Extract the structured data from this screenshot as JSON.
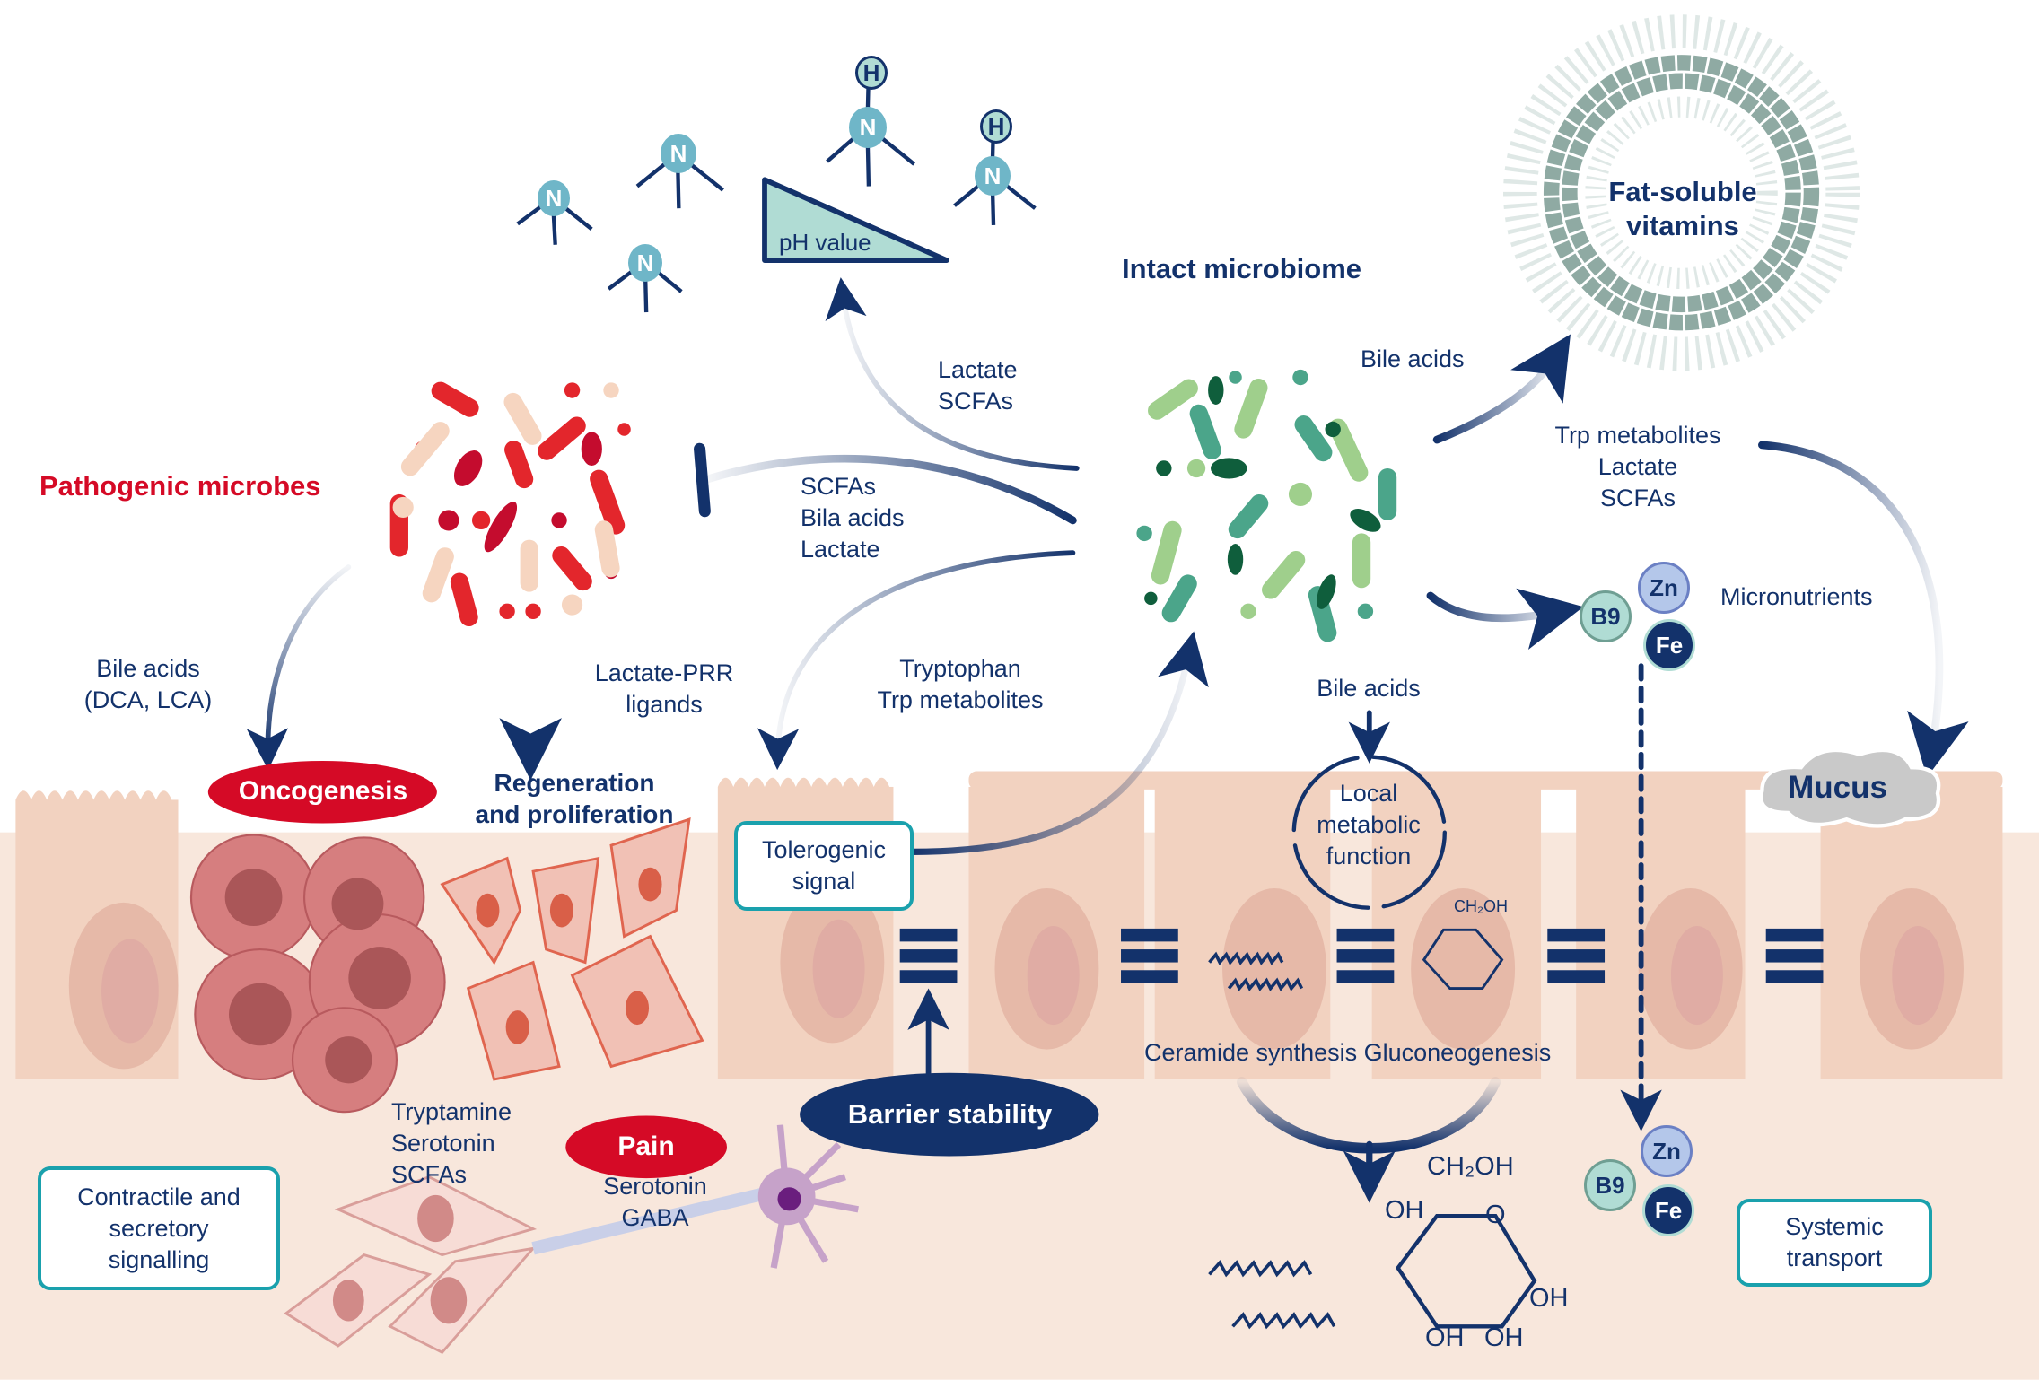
{
  "title": "Intact microbiome",
  "ammonia": {
    "n": "N",
    "h": "H"
  },
  "ph_label": "pH value",
  "vitamins_label": "Fat-soluble vitamins",
  "vitamins_lines": [
    "Fat-soluble",
    "vitamins"
  ],
  "pathogenic_label": "Pathogenic microbes",
  "labels": {
    "lactate_scfas": [
      "Lactate",
      "SCFAs"
    ],
    "scfas_bila_lactate": [
      "SCFAs",
      "Bila acids",
      "Lactate"
    ],
    "bile_acids_top": "Bile acids",
    "trp_lactate_scfas": [
      "Trp metabolites",
      "Lactate",
      "SCFAs"
    ],
    "micronutrients": "Micronutrients",
    "bile_acids_dca": [
      "Bile acids",
      "(DCA, LCA)"
    ],
    "lactate_prr": [
      "Lactate-PRR",
      "ligands"
    ],
    "tryptophan": [
      "Tryptophan",
      "Trp metabolites"
    ],
    "bile_acids_local": "Bile acids",
    "local_metabolic": [
      "Local",
      "metabolic",
      "function"
    ],
    "ceramide_gluco": "Ceramide synthesis Gluconeogenesis",
    "tryptamine": [
      "Tryptamine",
      "Serotonin",
      "SCFAs"
    ],
    "serotonin_gaba": [
      "Serotonin",
      "GABA"
    ],
    "regeneration": [
      "Regeneration",
      "and proliferation"
    ]
  },
  "badges": {
    "oncogenesis": "Oncogenesis",
    "pain": "Pain",
    "barrier_stability": "Barrier stability",
    "mucus": "Mucus"
  },
  "boxes": {
    "tolerogenic": [
      "Tolerogenic",
      "signal"
    ],
    "contractile": [
      "Contractile and",
      "secretory",
      "signalling"
    ],
    "systemic": [
      "Systemic",
      "transport"
    ]
  },
  "micronutrient_atoms": {
    "b9": "B9",
    "zn": "Zn",
    "fe": "Fe"
  },
  "glucose": {
    "ch2oh": "CH₂OH",
    "oh": "OH",
    "o": "O"
  },
  "colors": {
    "navy": "#13326b",
    "red": "#d50a26",
    "teal": "#1aa1ad",
    "tissue": "#f8e7dc",
    "cell": "#f2d2c0"
  }
}
